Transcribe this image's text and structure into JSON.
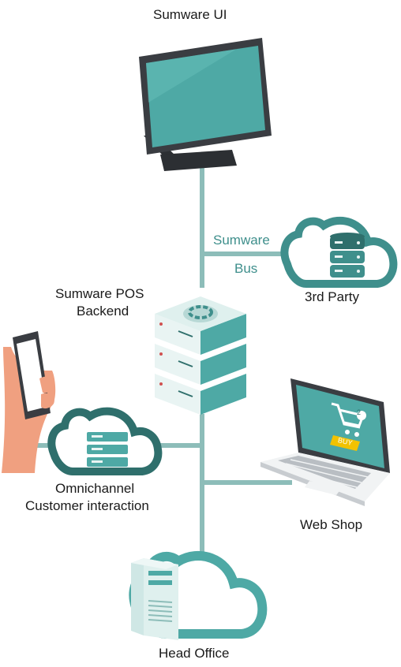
{
  "colors": {
    "connector": "#8dbdb9",
    "teal": "#3f8f8c",
    "teal_dark": "#2f6f6c",
    "screen": "#4ea9a5",
    "frame": "#3a3d42",
    "server_light": "#e9f4f3",
    "skin": "#f0a080"
  },
  "labels": {
    "sumware_ui": "Sumware UI",
    "bus_line1": "Sumware",
    "bus_line2": "Bus",
    "third_party": "3rd Party",
    "pos_line1": "Sumware POS",
    "pos_line2": "Backend",
    "omni_line1": "Omnichannel",
    "omni_line2": "Customer interaction",
    "web_shop": "Web Shop",
    "head_office": "Head Office",
    "buy_badge": "BUY",
    "cart_count": "2"
  },
  "icons": [
    "monitor-icon",
    "cloud-database-icon",
    "server-stack-icon",
    "smartphone-icon",
    "cloud-server-icon",
    "laptop-icon",
    "cart-icon",
    "cloud-tower-icon"
  ]
}
